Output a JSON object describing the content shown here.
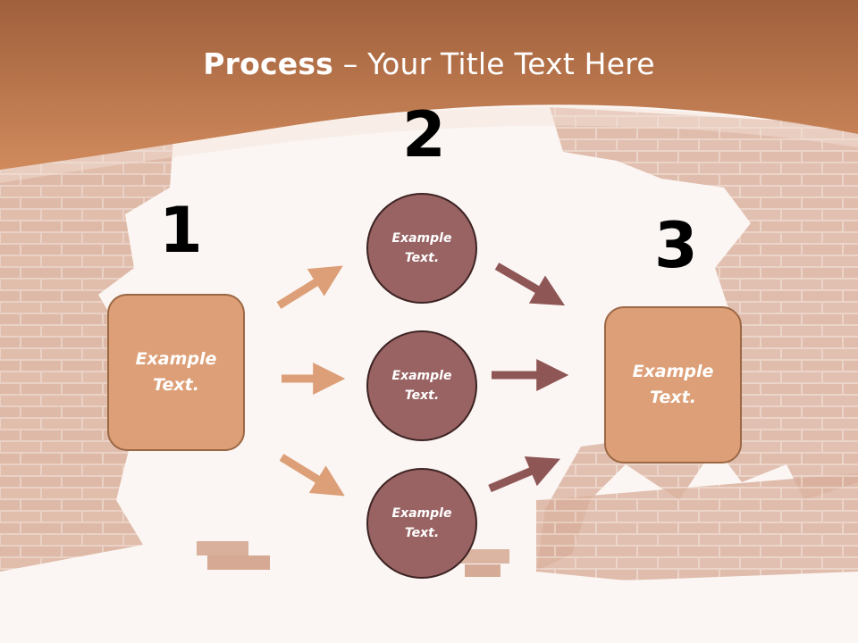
{
  "slide": {
    "title_bold": "Process",
    "title_rest": " – Your Title Text Here",
    "numbers": [
      "1",
      "2",
      "3"
    ],
    "left_box": "Example Text.",
    "right_box": "Example Text.",
    "circles": [
      "Example Text.",
      "Example Text.",
      "Example Text."
    ]
  },
  "colors": {
    "banner": "#c9875a",
    "box_fill": "#dd9f77",
    "box_border": "#9b6846",
    "circle_fill": "#996363",
    "circle_border": "#3d2323",
    "arrow_light": "#dd9f77",
    "arrow_dark": "#8f5656",
    "brick": "#dcb6a4"
  }
}
